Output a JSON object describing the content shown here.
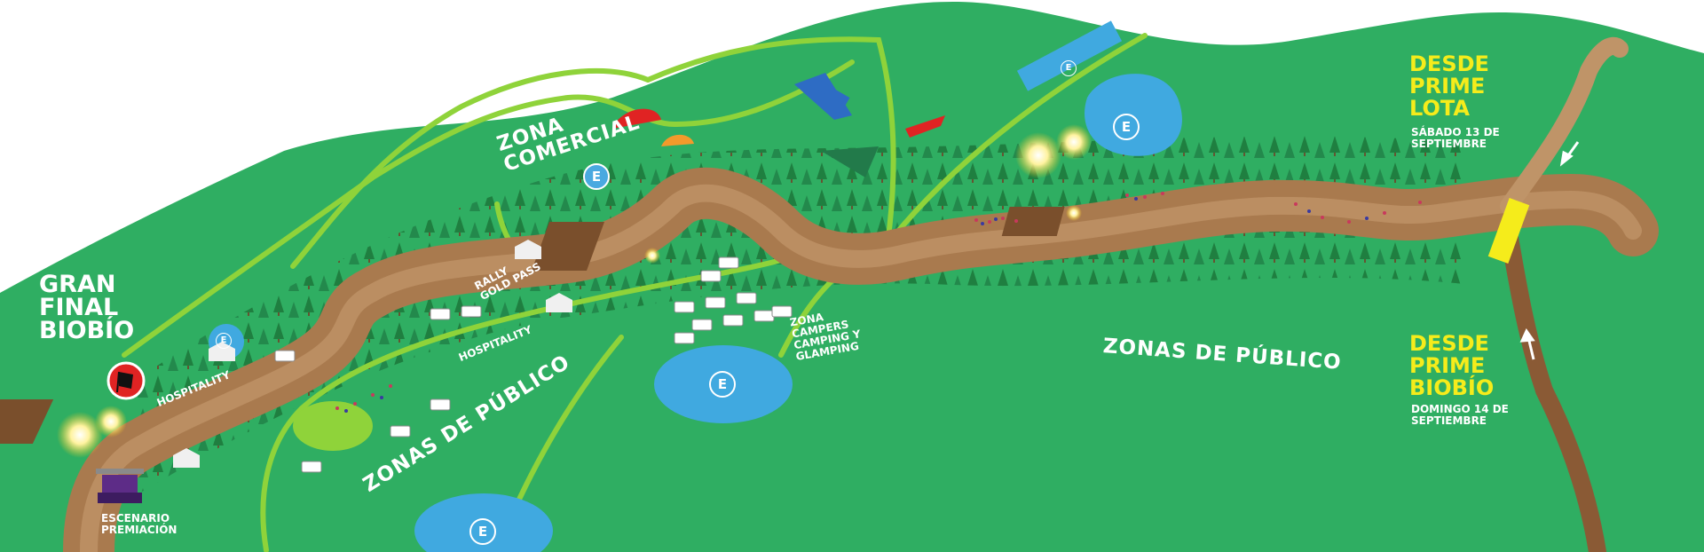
{
  "colors": {
    "sky": "#ffffff",
    "grass": "#2fae62",
    "road": "#a97a4e",
    "road_light": "#bf9468",
    "paths": "#8fd33a",
    "parking": "#40a9e0",
    "highlight": "#f5ec1b"
  },
  "labels": {
    "gran_final": "GRAN FINAL BIOBÍO",
    "zona_comercial": "ZONA COMERCIAL",
    "rally_gold_pass": "RALLY GOLD PASS",
    "hospitality_1": "HOSPITALITY",
    "hospitality_2": "HOSPITALITY",
    "zonas_publico_left": "ZONAS DE PÚBLICO",
    "zonas_publico_right": "ZONAS DE PÚBLICO",
    "zona_campers": "ZONA CAMPERS CAMPING Y GLAMPING",
    "escenario": "ESCENARIO PREMIACIÓN",
    "desde_lota": "DESDE PRIME LOTA",
    "lota_date": "SÁBADO 13 DE SEPTIEMBRE",
    "desde_biobio": "DESDE PRIME BIOBÍO",
    "biobio_date": "DOMINGO 14 DE SEPTIEMBRE"
  },
  "parking": {
    "symbol": "E"
  },
  "icons": [
    "finish-flag-icon",
    "airplane-icon",
    "paraglider-icon",
    "firework-icon",
    "stage-icon",
    "tent-icon",
    "camper-icon",
    "arrow-icon"
  ]
}
